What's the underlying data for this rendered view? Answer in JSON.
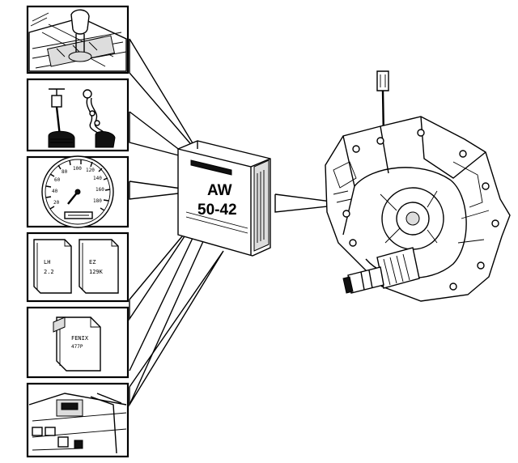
{
  "diagram": {
    "ecu": {
      "label_line1": "AW",
      "label_line2": "50-42"
    },
    "panels": [
      {
        "id": "gear-selector"
      },
      {
        "id": "throttle-kickdown"
      },
      {
        "id": "speedometer"
      },
      {
        "id": "engine-control-modules"
      },
      {
        "id": "engine-ecu"
      },
      {
        "id": "dashboard-switches"
      }
    ],
    "colors": {
      "ink": "#000000",
      "paper": "#ffffff"
    }
  }
}
